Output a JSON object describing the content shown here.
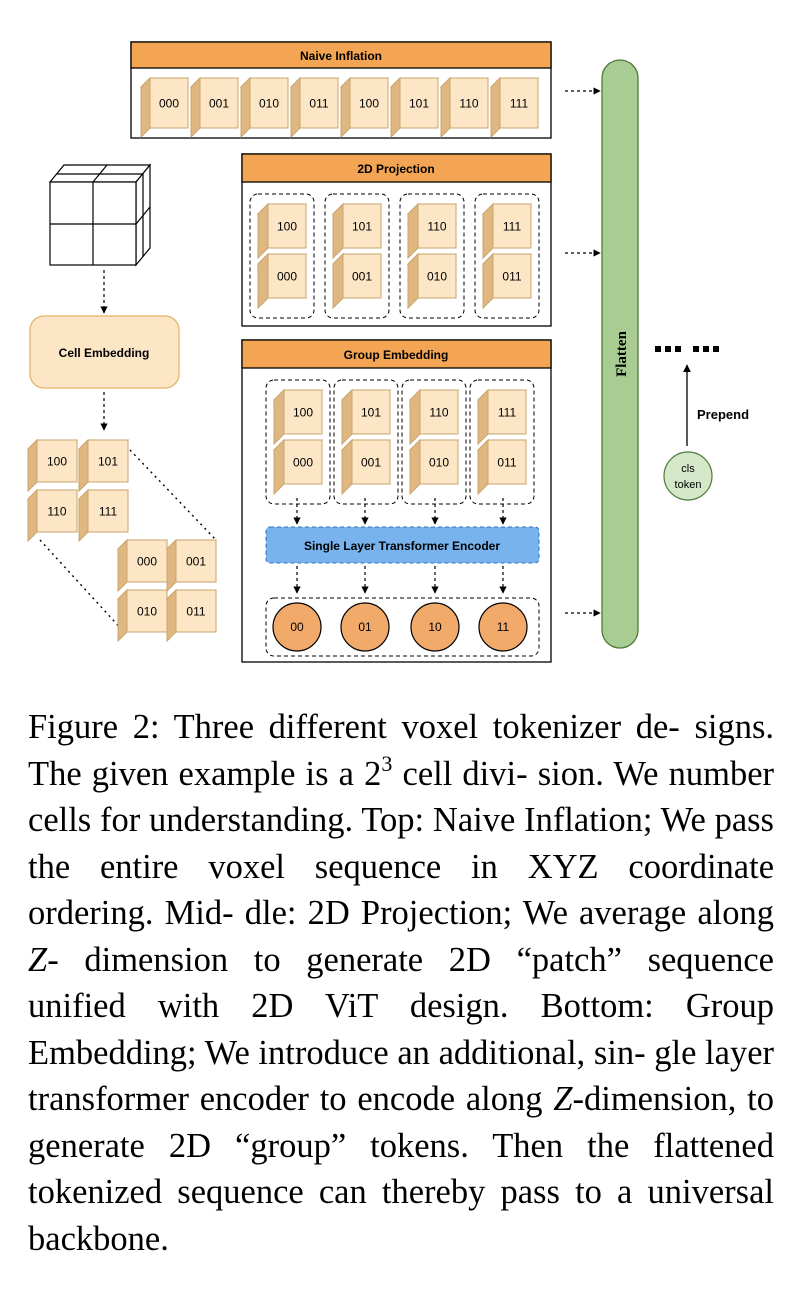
{
  "figure": {
    "sections": {
      "naive_inflation": "Naive Inflation",
      "projection_2d": "2D Projection",
      "group_embedding": "Group Embedding"
    },
    "cell_embedding": "Cell Embedding",
    "flatten": "Flatten",
    "prepend": "Prepend",
    "cls_token": [
      "cls",
      "token"
    ],
    "transformer": "Single Layer Transformer Encoder",
    "naive_cells": [
      "000",
      "001",
      "010",
      "011",
      "100",
      "101",
      "110",
      "111"
    ],
    "pairs": [
      [
        "100",
        "000"
      ],
      [
        "101",
        "001"
      ],
      [
        "110",
        "010"
      ],
      [
        "111",
        "011"
      ]
    ],
    "group_tokens": [
      "00",
      "01",
      "10",
      "11"
    ],
    "embedded_cells": [
      "100",
      "101",
      "110",
      "111",
      "000",
      "001",
      "010",
      "011"
    ],
    "colors": {
      "header_orange": "#f3a553",
      "cell_face": "#fce6c6",
      "cell_top": "#f5d9ae",
      "cell_side": "#e0b781",
      "cell_stroke": "#c9a56c",
      "transformer_fill": "#78b3ee",
      "token_fill": "#f2aa6a",
      "flatten_fill": "#a9cc92",
      "cls_fill": "#d5e8c9"
    }
  },
  "caption": {
    "l1": "Figure 2: Three different voxel tokenizer de-",
    "l2a": "signs.  The given example is a 2",
    "l2sup": "3",
    "l2b": " cell divi-",
    "l3": "sion.  We number cells for understanding.",
    "l4": "Top: Naive Inflation; We pass the entire voxel",
    "l5": "sequence in XYZ coordinate ordering. Mid-",
    "l6a": "dle:  2D Projection; We average along ",
    "l6z": "Z",
    "l6b": "-",
    "l7": "dimension to generate 2D “patch” sequence",
    "l8": "unified with 2D ViT design. Bottom: Group",
    "l9": "Embedding; We introduce an additional, sin-",
    "l10": "gle layer transformer encoder to encode along",
    "l11z": "Z",
    "l11b": "-dimension, to generate 2D “group” tokens.",
    "l12": "Then the flattened tokenized sequence can",
    "l13": "thereby pass to a universal backbone."
  }
}
